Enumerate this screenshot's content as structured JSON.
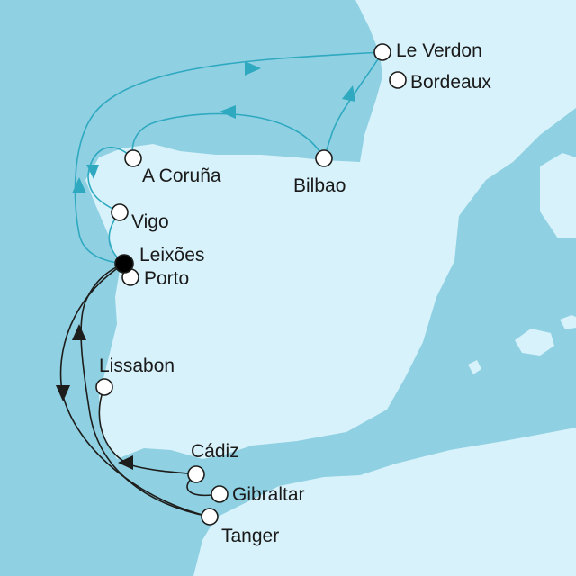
{
  "map": {
    "colors": {
      "sea": "#8fd0e2",
      "land": "#d7f2fa",
      "route_outbound": "#1d1d1b",
      "route_return": "#2fa9c0",
      "port_fill": "#ffffff",
      "home_port_fill": "#000000"
    },
    "ports": [
      {
        "id": "le-verdon",
        "label": "Le Verdon",
        "home": false
      },
      {
        "id": "bordeaux",
        "label": "Bordeaux",
        "home": false
      },
      {
        "id": "a-coruna",
        "label": "A Coruña",
        "home": false
      },
      {
        "id": "bilbao",
        "label": "Bilbao",
        "home": false
      },
      {
        "id": "vigo",
        "label": "Vigo",
        "home": false
      },
      {
        "id": "leixoes",
        "label": "Leixões",
        "home": true
      },
      {
        "id": "porto",
        "label": "Porto",
        "home": false
      },
      {
        "id": "lissabon",
        "label": "Lissabon",
        "home": false
      },
      {
        "id": "cadiz",
        "label": "Cádiz",
        "home": false
      },
      {
        "id": "gibraltar",
        "label": "Gibraltar",
        "home": false
      },
      {
        "id": "tanger",
        "label": "Tanger",
        "home": false
      }
    ]
  }
}
